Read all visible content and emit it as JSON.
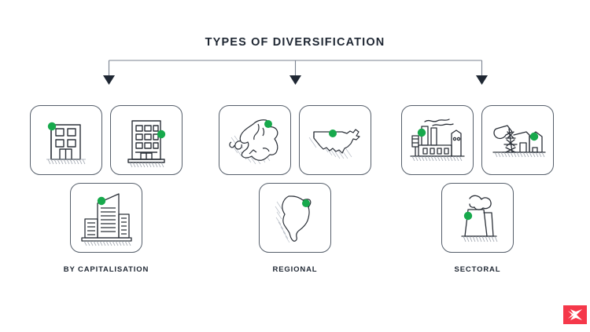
{
  "header": {
    "title": "TYPES OF DIVERSIFICATION"
  },
  "colors": {
    "accent_green": "#17a94c",
    "outline_dark": "#2b3038",
    "tile_border": "#565f6b",
    "title_text": "#1f2733",
    "connector_line": "#7b8390",
    "arrow_fill": "#1f2733",
    "logo_red": "#f5384a",
    "background": "#ffffff"
  },
  "connector": {
    "branch_count": 3,
    "arrow_icon": "arrow-down-icon"
  },
  "columns": [
    {
      "id": "by-capitalisation",
      "label": "BY CAPITALISATION",
      "tiles": [
        {
          "id": "small-building",
          "icon": "small-building-icon",
          "marker": "green-dot"
        },
        {
          "id": "office-building",
          "icon": "office-building-icon",
          "marker": "green-dot"
        },
        {
          "id": "skyscraper",
          "icon": "skyscraper-icon",
          "marker": "green-dot"
        }
      ]
    },
    {
      "id": "regional",
      "label": "REGIONAL",
      "tiles": [
        {
          "id": "europe-map",
          "icon": "europe-map-icon",
          "marker": "green-dot"
        },
        {
          "id": "usa-map",
          "icon": "usa-map-icon",
          "marker": "green-dot"
        },
        {
          "id": "south-america-map",
          "icon": "south-america-map-icon",
          "marker": "green-dot"
        }
      ]
    },
    {
      "id": "sectoral",
      "label": "SECTORAL",
      "tiles": [
        {
          "id": "factory",
          "icon": "factory-icon",
          "marker": "green-dot"
        },
        {
          "id": "oil-pump",
          "icon": "oil-pump-jack-icon",
          "marker": "green-dot"
        },
        {
          "id": "cooling-tower",
          "icon": "cooling-tower-icon",
          "marker": "green-dot"
        }
      ]
    }
  ],
  "logo": {
    "name": "brand-logo",
    "shape": "red-square-with-white-x"
  }
}
